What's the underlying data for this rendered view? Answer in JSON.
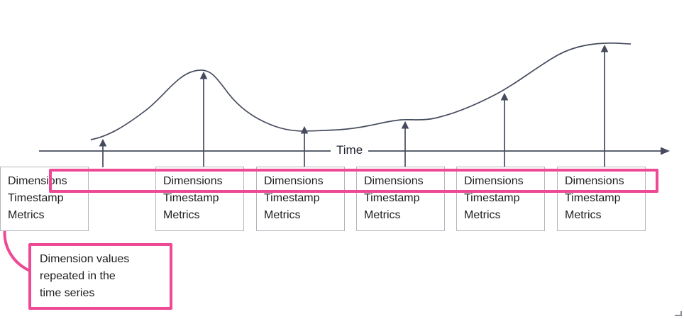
{
  "diagram": {
    "axis_label": "Time",
    "records": [
      {
        "dimensions": "Dimensions",
        "timestamp": "Timestamp",
        "metrics": "Metrics"
      },
      {
        "dimensions": "Dimensions",
        "timestamp": "Timestamp",
        "metrics": "Metrics"
      },
      {
        "dimensions": "Dimensions",
        "timestamp": "Timestamp",
        "metrics": "Metrics"
      },
      {
        "dimensions": "Dimensions",
        "timestamp": "Timestamp",
        "metrics": "Metrics"
      },
      {
        "dimensions": "Dimensions",
        "timestamp": "Timestamp",
        "metrics": "Metrics"
      },
      {
        "dimensions": "Dimensions",
        "timestamp": "Timestamp",
        "metrics": "Metrics"
      }
    ],
    "callout": {
      "text": "Dimension values\nrepeated in the\ntime series"
    },
    "colors": {
      "highlight_pink": "#ED4994",
      "diagram_stroke": "#454B5C",
      "box_border": "#B2B6BC",
      "text": "#202020"
    }
  }
}
